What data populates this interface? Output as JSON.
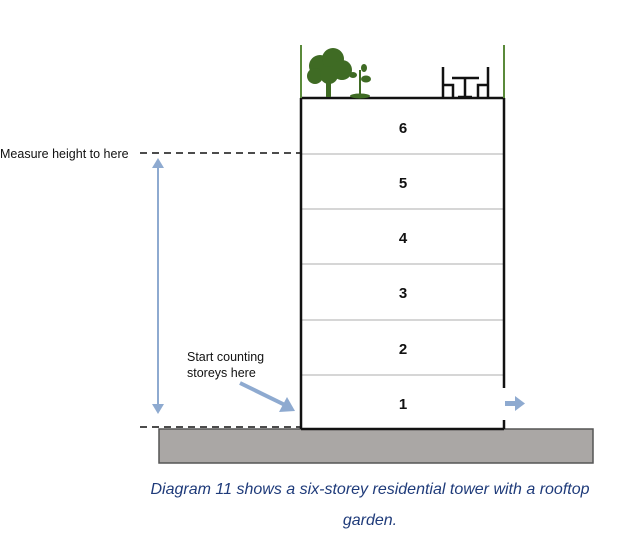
{
  "labels": {
    "measure": "Measure height to here",
    "start_line1": "Start counting",
    "start_line2": "storeys here"
  },
  "storeys": [
    "1",
    "2",
    "3",
    "4",
    "5",
    "6"
  ],
  "caption": {
    "line1": "Diagram 11 shows a six-storey residential tower with a rooftop",
    "line2": "garden."
  },
  "colors": {
    "arrow": "#8eaad0",
    "ground": "#aaa7a5",
    "green": "#3f6b24",
    "caption": "#1f3b7a"
  }
}
